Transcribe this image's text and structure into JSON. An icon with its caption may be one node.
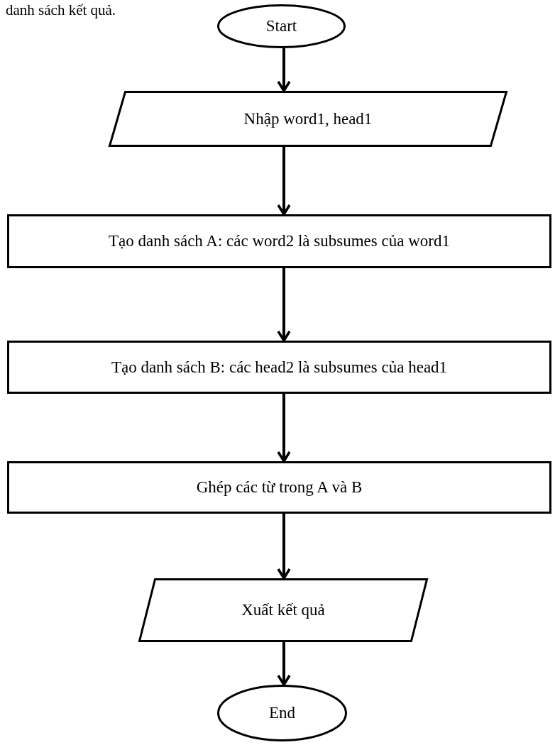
{
  "diagram": {
    "nodes": [
      {
        "text": [
          "Start"
        ]
      },
      {
        "text": [
          "Nhập word1, head1"
        ]
      },
      {
        "text": [
          "Tạo danh sách A: các word2 là subsumes của word1"
        ]
      },
      {
        "text": [
          "Tạo danh sách B: các head2 là subsumes của head1"
        ]
      },
      {
        "text": [
          "Ghép các từ trong A và B"
        ]
      },
      {
        "text": [
          "Xuất kết quả"
        ]
      },
      {
        "text": [
          "End"
        ]
      }
    ],
    "edges": [
      {
        "from": 0,
        "to": 1,
        "arrow": "to"
      },
      {
        "from": 1,
        "to": 2,
        "arrow": "to"
      },
      {
        "from": 2,
        "to": 3,
        "arrow": "to"
      },
      {
        "from": 3,
        "to": 4,
        "arrow": "to"
      },
      {
        "from": 4,
        "to": 5,
        "arrow": "to"
      },
      {
        "from": 5,
        "to": 6,
        "arrow": "to"
      }
    ],
    "labels": [
      "danh sách kết quả."
    ]
  }
}
